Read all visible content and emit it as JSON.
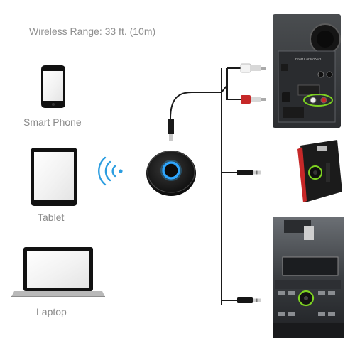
{
  "header": {
    "range_text": "Wireless Range: 33 ft. (10m)"
  },
  "sources": [
    {
      "label": "Smart Phone",
      "icon": "smartphone-icon"
    },
    {
      "label": "Tablet",
      "icon": "tablet-icon"
    },
    {
      "label": "Laptop",
      "icon": "laptop-icon"
    }
  ],
  "speaker_panel": {
    "title": "RIGHT SPEAKER"
  },
  "colors": {
    "accent_blue": "#2b9de0",
    "device_black": "#111111",
    "highlight_green": "#7ed321",
    "plug_red": "#c62828",
    "caption_gray": "#8a8a8a"
  }
}
